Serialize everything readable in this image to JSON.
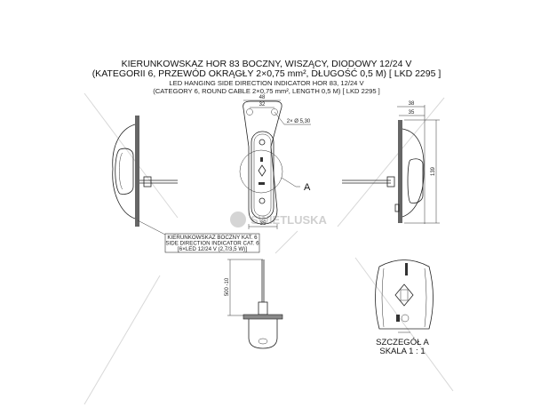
{
  "title": {
    "line1": "KIERUNKOWSKAZ HOR 83 BOCZNY, WISZĄCY, DIODOWY 12/24 V",
    "line2": "(KATEGORII 6, PRZEWÓD OKRĄGŁY 2×0,75 mm², DŁUGOŚĆ 0,5 M) [ LKD 2295 ]",
    "line3": "LED HANGING SIDE DIRECTION INDICATOR HOR 83, 12/24 V",
    "line4": "(CATEGORY 6, ROUND CABLE 2×0,75 mm², LENGTH 0,5 M)  [ LKD 2295 ]"
  },
  "dimensions": {
    "front_width_outer": "48",
    "front_width_holes": "32",
    "holes": "2× Ø 5,30",
    "front_bottom": "35",
    "side_depth_outer": "38",
    "side_depth_inner": "35",
    "height": "139",
    "cable_length": "500 -10"
  },
  "detail_marker": "A",
  "label_box": {
    "line1": "KIERUNKOWSKAZ BOCZNY KAT. 6",
    "line2": "SIDE DIRECTION INDICATOR CAT. 6",
    "line3": "[6×LED 12/24 V (2,7/3,5 W)]"
  },
  "detail": {
    "title": "SZCZEGÓŁ A",
    "scale": "SKALA 1 : 1"
  },
  "watermark": "SWIETLUSKA"
}
